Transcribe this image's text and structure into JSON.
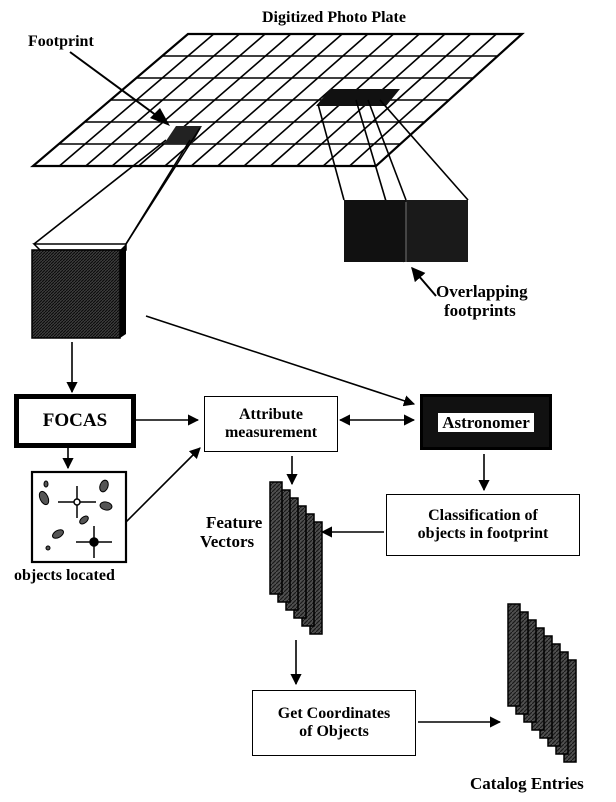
{
  "title": "Digitized Photo Plate",
  "labels": {
    "footprint": "Footprint",
    "overlapping_1": "Overlapping",
    "overlapping_2": "footprints",
    "objects_located": "objects located",
    "feature_1": "Feature",
    "feature_2": "Vectors",
    "catalog_entries": "Catalog Entries"
  },
  "boxes": {
    "focas": "FOCAS",
    "attribute_1": "Attribute",
    "attribute_2": "measurement",
    "astronomer": "Astronomer",
    "classification_1": "Classification of",
    "classification_2": "objects in footprint",
    "coords_1": "Get Coordinates",
    "coords_2": "of Objects"
  },
  "colors": {
    "ink": "#000000",
    "hatch": "#4a4a4a",
    "paper": "#ffffff"
  }
}
